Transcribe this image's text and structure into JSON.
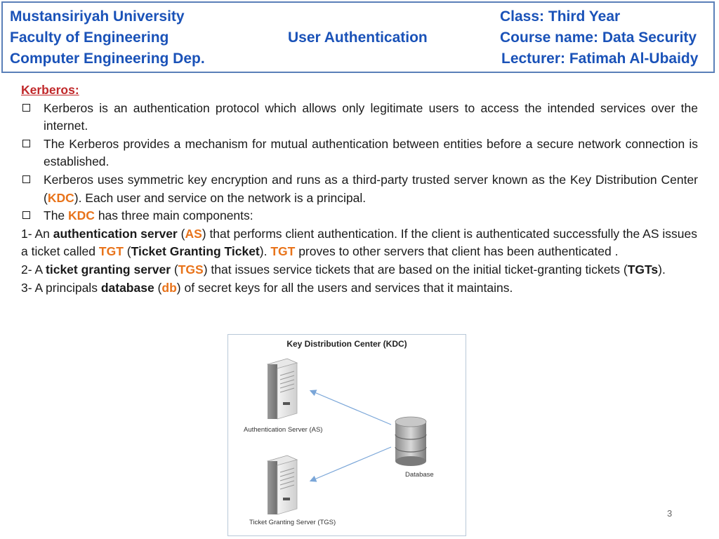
{
  "header": {
    "university": "Mustansiriyah University",
    "faculty": "Faculty of Engineering",
    "department": "Computer Engineering Dep.",
    "topic": "User Authentication",
    "class": "Class: Third Year",
    "course": "Course name: Data Security",
    "lecturer": "Lecturer: Fatimah Al-Ubaidy"
  },
  "content": {
    "title": "Kerberos:",
    "bullet1": "Kerberos is an authentication protocol which allows only legitimate users to access the intended services over the internet.",
    "bullet2": "The Kerberos provides a mechanism for mutual authentication between entities before a secure network connection is established.",
    "bullet3": {
      "before": "Kerberos uses symmetric key encryption and runs as a third-party trusted server known as the Key Distribution Center (",
      "kdc": "KDC",
      "after": "). Each user and service on the network is a principal."
    },
    "bullet4": {
      "before": "The ",
      "kdc": "KDC",
      "after": " has three main components:"
    },
    "item1": {
      "prefix": "1- An ",
      "bold": "authentication server",
      "open": " (",
      "as": "AS",
      "text1": ") that performs client authentication. If the client is authenticated successfully the AS issues a ticket called ",
      "tgt": "TGT",
      "open2": " (",
      "tgt_full": "Ticket Granting Ticket",
      "close2": "). ",
      "tgt2": "TGT",
      "text2": " proves to other servers that client has been authenticated ."
    },
    "item2": {
      "prefix": "2- A ",
      "bold": "ticket granting server",
      "open": " (",
      "tgs": "TGS",
      "text1": ") that issues service tickets that are based on the initial ticket-granting tickets (",
      "tgts": "TGTs",
      "close": ")."
    },
    "item3": {
      "prefix": "3- A principals ",
      "bold": "database",
      "open": " (",
      "db": "db",
      "text1": ") of secret keys for all the users and services that it maintains."
    }
  },
  "figure": {
    "title": "Key Distribution Center (KDC)",
    "as_label": "Authentication Server (AS)",
    "db_label": "Database",
    "tgs_label": "Ticket Granting Server (TGS)"
  },
  "page_number": "3",
  "colors": {
    "header_text": "#1a52b8",
    "title_red": "#c0282a",
    "highlight_orange": "#e8731a",
    "arrow_blue": "#7aa6d8"
  }
}
